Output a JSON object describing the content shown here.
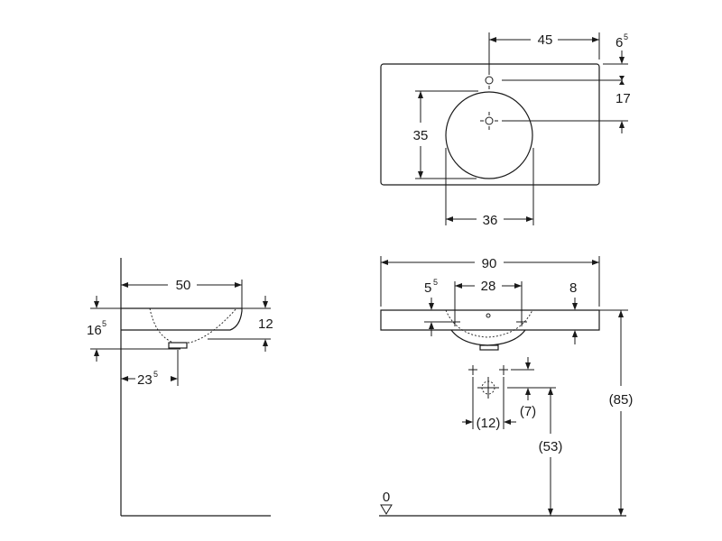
{
  "top_view": {
    "dim_tap_offset": "45",
    "dim_edge_a_main": "6",
    "dim_edge_a_sup": "5",
    "dim_drain_to_tap": "17",
    "dim_bowl_depth": "35",
    "dim_bowl_width": "36"
  },
  "side_view": {
    "dim_depth": "50",
    "dim_height_main": "16",
    "dim_height_sup": "5",
    "dim_rim": "12",
    "dim_drain_main": "23",
    "dim_drain_sup": "5"
  },
  "front_view": {
    "dim_total_width": "90",
    "dim_left_main": "5",
    "dim_left_sup": "5",
    "dim_tap_spacing": "28",
    "dim_right": "8",
    "dim_mount_height": "(85)",
    "dim_supply_height": "(53)",
    "dim_supply_spacing": "(12)",
    "dim_supply_offset": "(7)",
    "floor_level": "0"
  }
}
